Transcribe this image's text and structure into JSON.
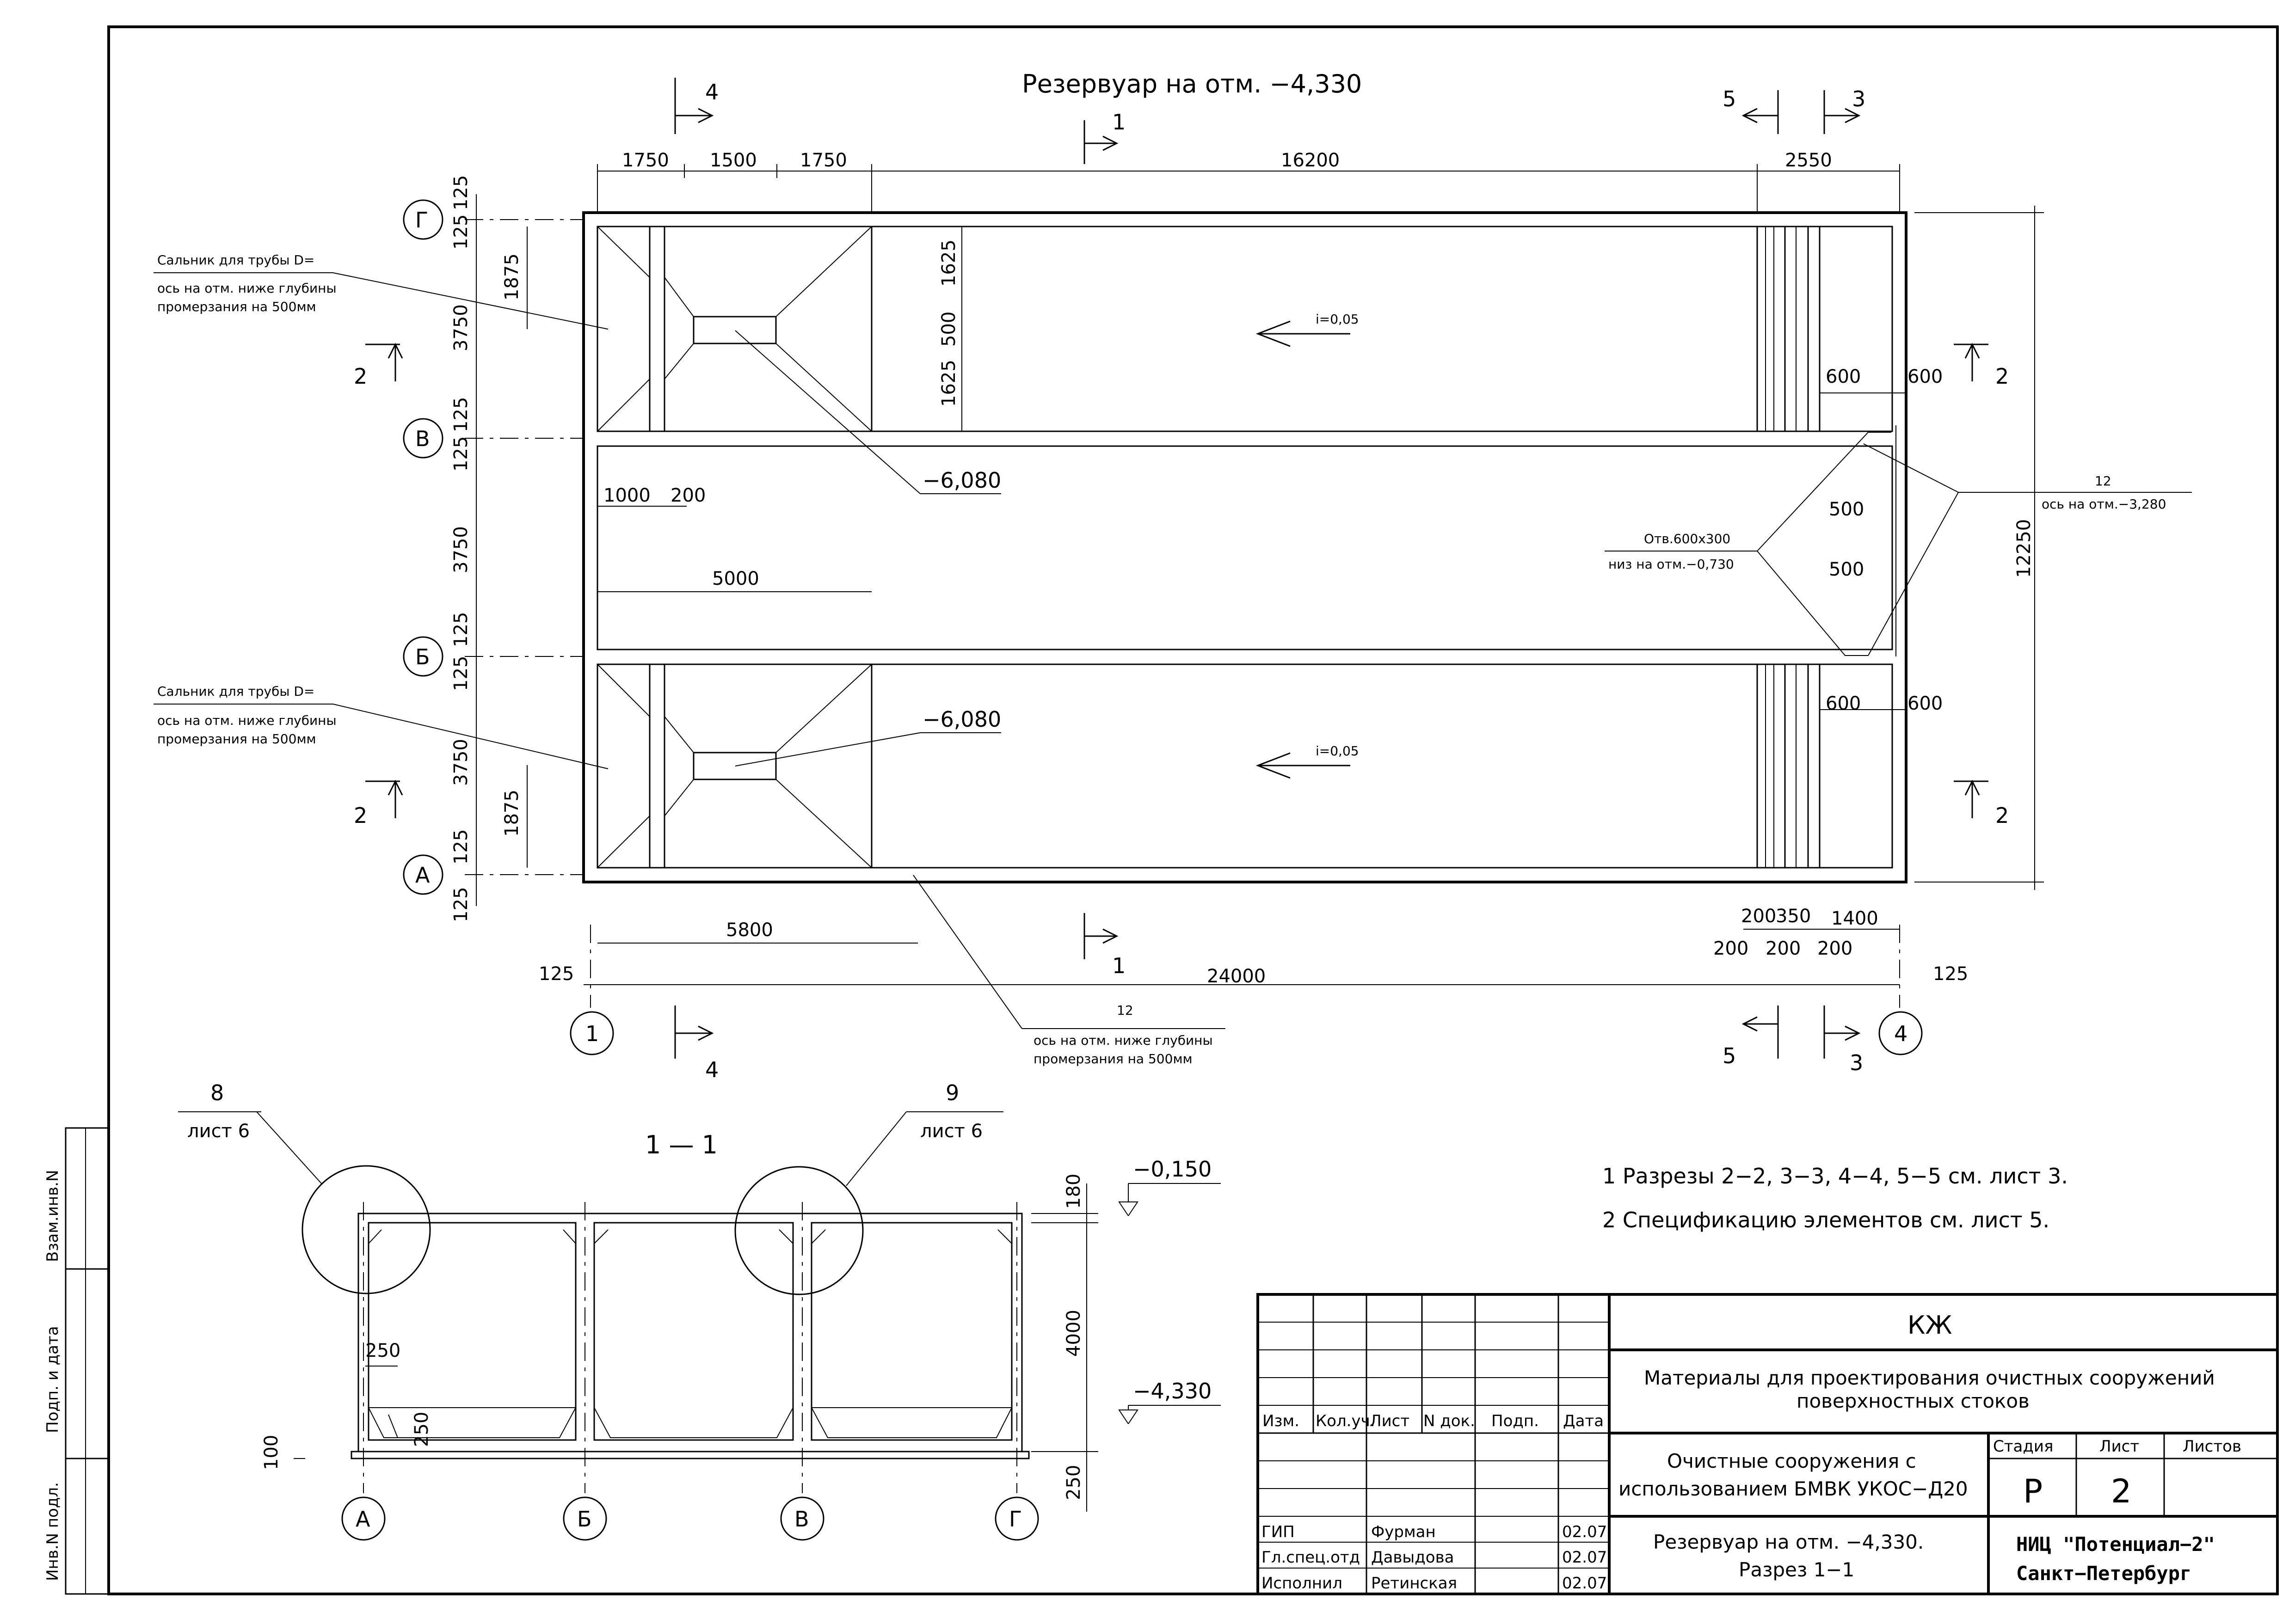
{
  "plan": {
    "title": "Резервуар на отм. −4,330",
    "slope": "i=0,05",
    "elev_pit": "−6,080",
    "gland_label_1": "Сальник для трубы D=",
    "gland_label_2": "ось на отм. ниже глубины",
    "gland_label_3": "промерзания на 500мм",
    "pipe12": "12",
    "pipe12_axis": "ось на отм.−3,280",
    "hole_1": "Отв.600х300",
    "hole_2": "низ на отм.−0,730",
    "bottom_pipe_1": "12",
    "bottom_pipe_2": "ось на отм. ниже глубины",
    "bottom_pipe_3": "промерзания на 500мм",
    "axes": {
      "g": "Г",
      "v": "В",
      "b": "Б",
      "a": "А",
      "n1": "1",
      "n4": "4"
    },
    "sections": {
      "s1": "1",
      "s2": "2",
      "s3": "3",
      "s4": "4",
      "s5": "5"
    },
    "dims": {
      "d1750": "1750",
      "d1500": "1500",
      "d16200": "16200",
      "d2550": "2550",
      "d125": "125",
      "d1875": "1875",
      "d3750": "3750",
      "d1625": "1625",
      "d500": "500",
      "d600": "600",
      "d1000": "1000",
      "d200": "200",
      "d5000": "5000",
      "d12250": "12250",
      "d5800": "5800",
      "d24000": "24000",
      "d350": "350",
      "d1400": "1400"
    }
  },
  "section": {
    "title": "1 — 1",
    "callout_8": "8",
    "callout_9": "9",
    "sheet_ref": "лист 6",
    "elev_top": "−0,150",
    "elev_bottom": "−4,330",
    "dims": {
      "d180": "180",
      "d4000": "4000",
      "d250": "250",
      "d100": "100"
    },
    "axes": {
      "a": "А",
      "b": "Б",
      "v": "В",
      "g": "Г"
    }
  },
  "notes": {
    "n1": "1  Разрезы  2−2, 3−3, 4−4, 5−5 см. лист 3.",
    "n2": "2  Спецификацию элементов см. лист 5."
  },
  "stamp": {
    "code": "КЖ",
    "project_1": "Материалы для проектирования очистных сооружений",
    "project_2": "поверхностных стоков",
    "object_1": "Очистные сооружения с",
    "object_2": "использованием БМВК УКОС−Д20",
    "sheet_title_1": "Резервуар на отм. −4,330.",
    "sheet_title_2": "Разрез 1−1",
    "col_izm": "Изм.",
    "col_kol": "Кол.уч.",
    "col_list": "Лист",
    "col_ndok": "N док.",
    "col_podp": "Подп.",
    "col_data": "Дата",
    "stage_label": "Стадия",
    "sheet_label": "Лист",
    "sheets_label": "Листов",
    "stage": "Р",
    "sheet_no": "2",
    "org_1": "НИЦ \"Потенциал−2\"",
    "org_2": "Санкт−Петербург",
    "people": [
      {
        "role": "ГИП",
        "name": "Фурман",
        "date": "02.07"
      },
      {
        "role": "Гл.спец.отд",
        "name": "Давыдова",
        "date": "02.07"
      },
      {
        "role": "Исполнил",
        "name": "Ретинская",
        "date": "02.07"
      }
    ]
  },
  "side_stamp": {
    "vzam": "Взам.инв.N",
    "podp": "Подп. и дата",
    "inv": "Инв.N подл."
  }
}
